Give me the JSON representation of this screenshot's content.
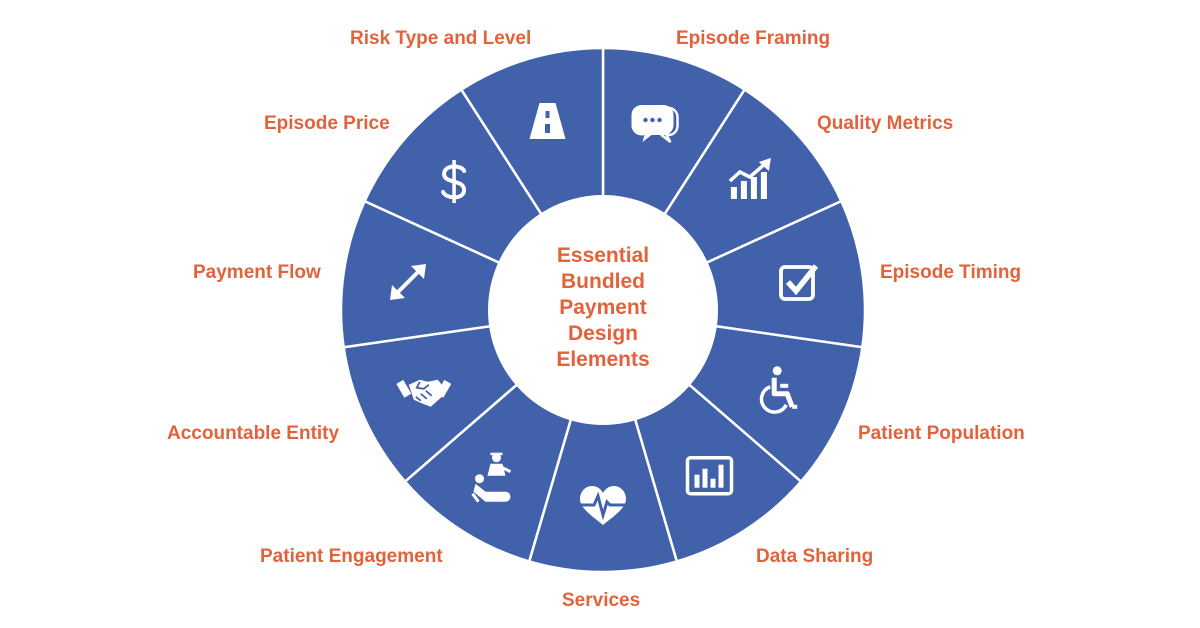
{
  "diagram": {
    "center_title_lines": [
      "Essential",
      "Bundled",
      "Payment",
      "Design",
      "Elements"
    ],
    "segments": [
      {
        "label": "Episode Framing",
        "icon": "speech-bubble-icon"
      },
      {
        "label": "Quality Metrics",
        "icon": "trending-chart-icon"
      },
      {
        "label": "Episode Timing",
        "icon": "checkbox-icon"
      },
      {
        "label": "Patient Population",
        "icon": "wheelchair-icon"
      },
      {
        "label": "Data Sharing",
        "icon": "bar-chart-icon"
      },
      {
        "label": "Services",
        "icon": "heartbeat-icon"
      },
      {
        "label": "Patient Engagement",
        "icon": "patient-care-icon"
      },
      {
        "label": "Accountable Entity",
        "icon": "handshake-icon"
      },
      {
        "label": "Payment Flow",
        "icon": "diagonal-arrows-icon"
      },
      {
        "label": "Episode Price",
        "icon": "dollar-icon"
      },
      {
        "label": "Risk Type and Level",
        "icon": "road-icon"
      }
    ]
  },
  "colors": {
    "segment_fill": "#4261ab",
    "segment_divider": "#ffffff",
    "label_text": "#e2623c",
    "center_fill": "#ffffff",
    "icon": "#ffffff"
  }
}
